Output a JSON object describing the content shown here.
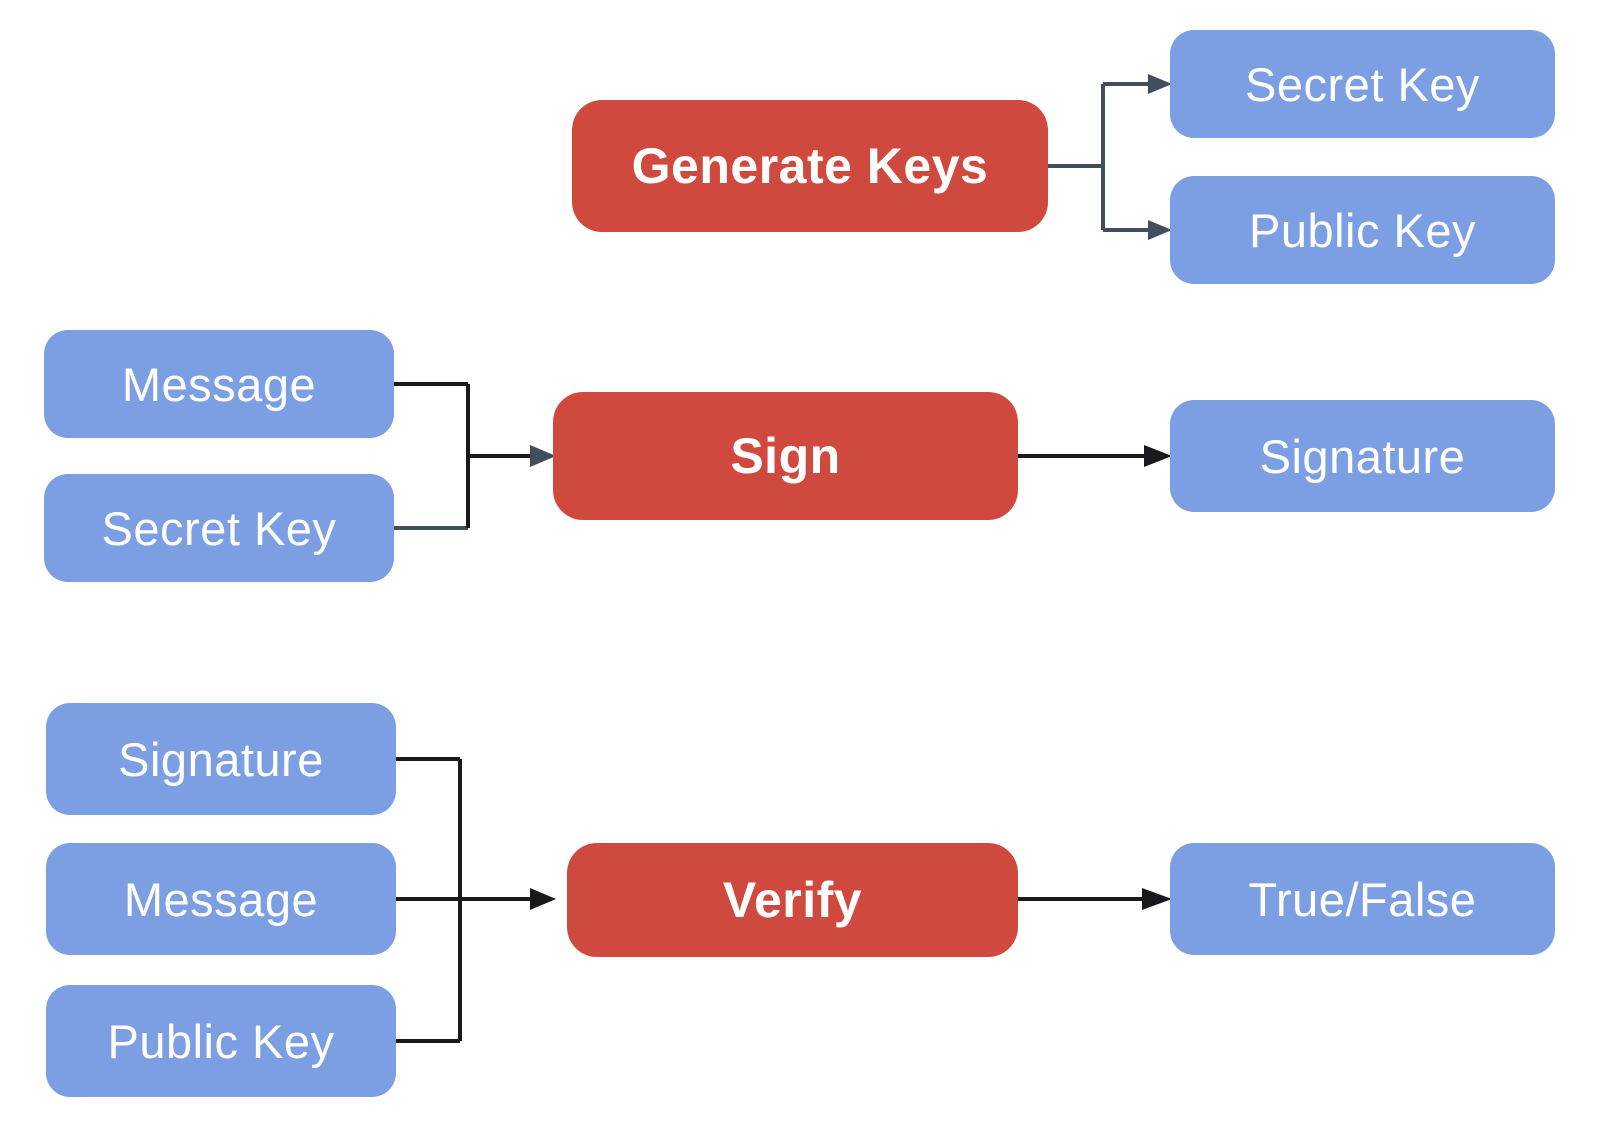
{
  "colors": {
    "background": "#ffffff",
    "process-fill": "#d0493e",
    "data-fill": "#7c9fe4",
    "label-text": "#ffffff",
    "connector-dark": "#414e5c",
    "connector-black": "#17191c"
  },
  "nodes": {
    "generate_keys": {
      "label": "Generate Keys",
      "type": "process"
    },
    "secret_key_out": {
      "label": "Secret Key",
      "type": "data"
    },
    "public_key_out": {
      "label": "Public Key",
      "type": "data"
    },
    "message_sign": {
      "label": "Message",
      "type": "data"
    },
    "secret_key_sign": {
      "label": "Secret Key",
      "type": "data"
    },
    "sign": {
      "label": "Sign",
      "type": "process"
    },
    "signature_out": {
      "label": "Signature",
      "type": "data"
    },
    "signature_verify": {
      "label": "Signature",
      "type": "data"
    },
    "message_verify": {
      "label": "Message",
      "type": "data"
    },
    "public_key_verify": {
      "label": "Public Key",
      "type": "data"
    },
    "verify": {
      "label": "Verify",
      "type": "process"
    },
    "true_false": {
      "label": "True/False",
      "type": "data"
    }
  },
  "edges": [
    {
      "from": "generate_keys",
      "to": "secret_key_out"
    },
    {
      "from": "generate_keys",
      "to": "public_key_out"
    },
    {
      "from": "message_sign",
      "to": "sign"
    },
    {
      "from": "secret_key_sign",
      "to": "sign"
    },
    {
      "from": "sign",
      "to": "signature_out"
    },
    {
      "from": "signature_verify",
      "to": "verify"
    },
    {
      "from": "message_verify",
      "to": "verify"
    },
    {
      "from": "public_key_verify",
      "to": "verify"
    },
    {
      "from": "verify",
      "to": "true_false"
    }
  ]
}
